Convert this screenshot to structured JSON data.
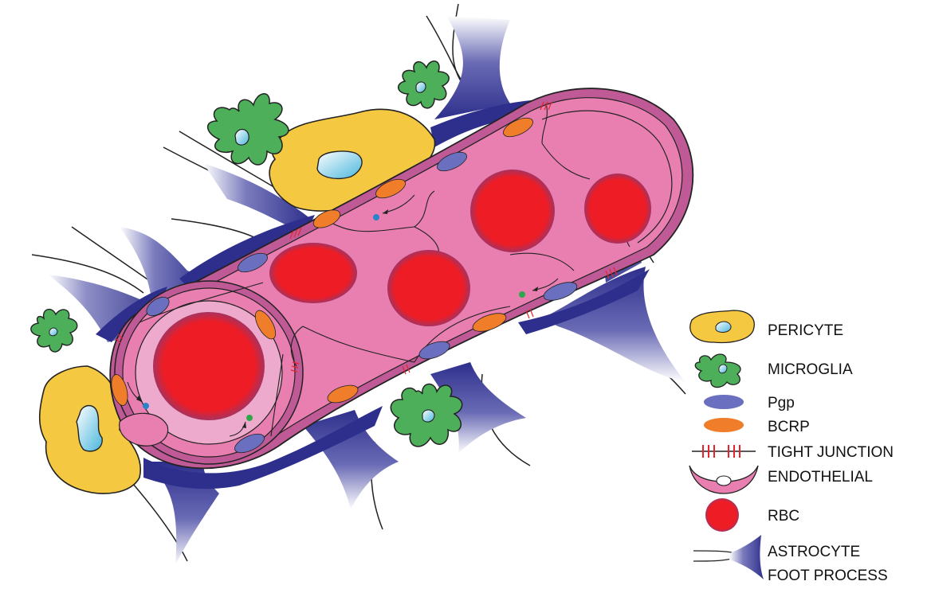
{
  "legend": {
    "pericyte": "PERICYTE",
    "microglia": "MICROGLIA",
    "pgp": "Pgp",
    "bcrp": "BCRP",
    "tight_junction": "TIGHT JUNCTION",
    "endothelial": "ENDOTHELIAL",
    "rbc": "RBC",
    "astrocyte_line1": "ASTROCYTE",
    "astrocyte_line2": "FOOT PROCESS"
  },
  "colors": {
    "pericyte": "#f5c842",
    "microglia": "#4daf5a",
    "pgp": "#6b6fbf",
    "bcrp": "#f07d2a",
    "tight_junction": "#e8242b",
    "endothelial": "#e87fb0",
    "endothelial_dark": "#c05a96",
    "rbc": "#ee1c25",
    "rbc_rim": "#a8325e",
    "astrocyte": "#2e2f8c",
    "nucleus": "#5bc0e0"
  }
}
